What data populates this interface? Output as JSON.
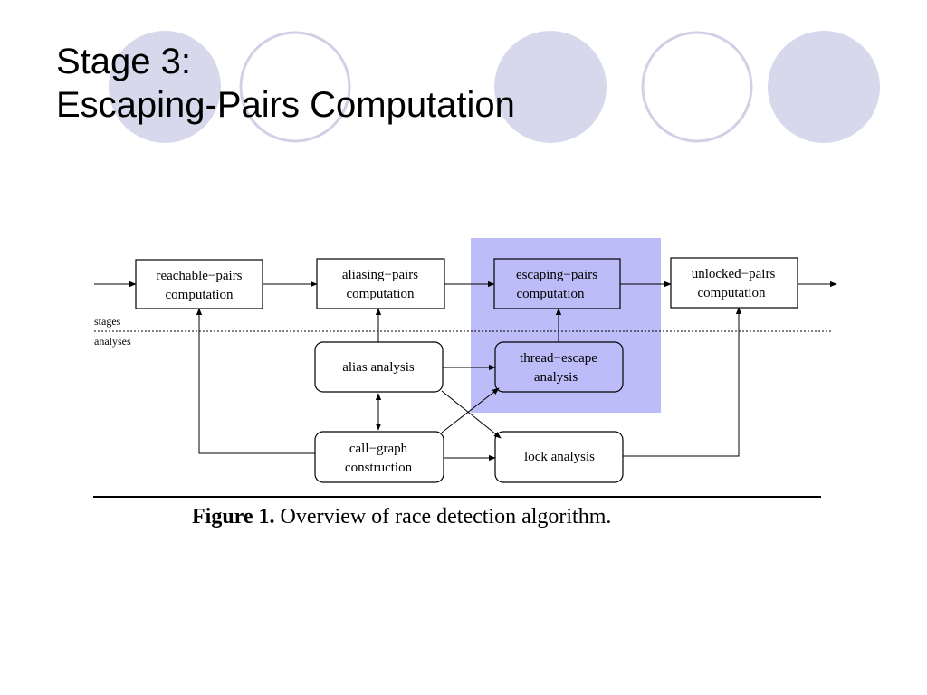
{
  "slide": {
    "title_line1": "Stage 3:",
    "title_line2": "Escaping-Pairs Computation"
  },
  "colors": {
    "circle_fill": "#d8d8ec",
    "circle_outline": "#d0d0e6",
    "highlight": "#bcbcf8",
    "line": "#000000"
  },
  "diagram": {
    "nodes": {
      "reachable": [
        "reachable−pairs",
        "computation"
      ],
      "aliasing": [
        "aliasing−pairs",
        "computation"
      ],
      "escaping": [
        "escaping−pairs",
        "computation"
      ],
      "unlocked": [
        "unlocked−pairs",
        "computation"
      ],
      "alias_analysis": [
        "alias analysis"
      ],
      "thread_escape": [
        "thread−escape",
        "analysis"
      ],
      "call_graph": [
        "call−graph",
        "construction"
      ],
      "lock_analysis": [
        "lock analysis"
      ]
    },
    "divider_labels": {
      "above": "stages",
      "below": "analyses"
    }
  },
  "caption": {
    "label": "Figure 1.",
    "text": "Overview of race detection algorithm."
  }
}
